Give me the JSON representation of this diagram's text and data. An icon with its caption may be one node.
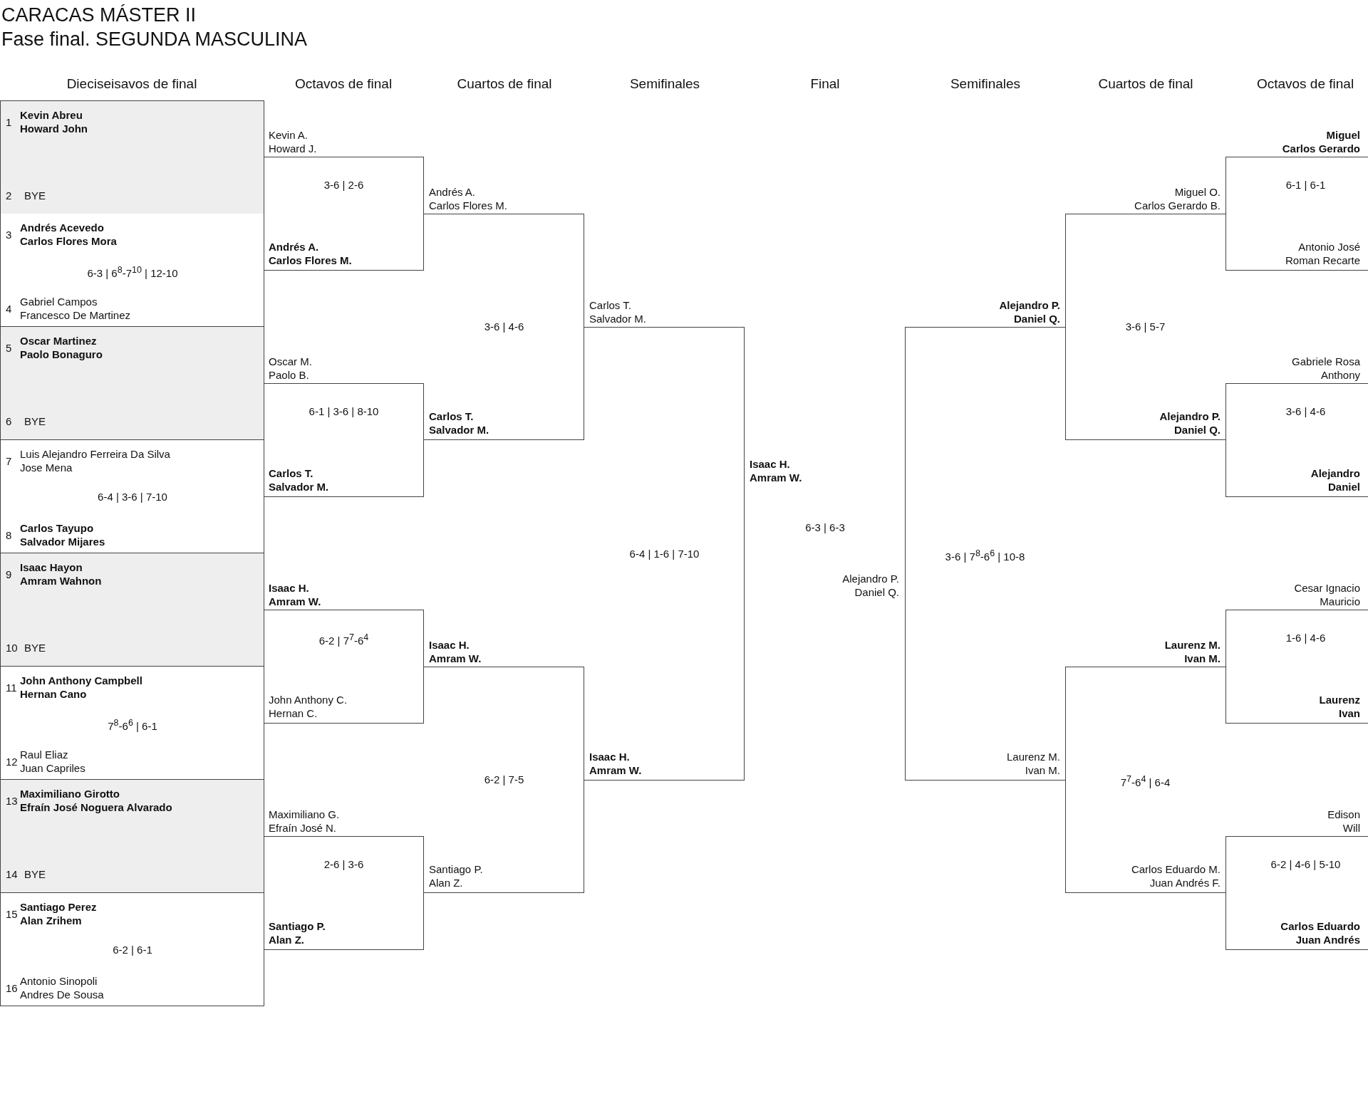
{
  "diagram": {
    "title": "CARACAS MÁSTER II",
    "nodes": [
      {
        "text": [
          "1",
          "Kevin Abreu",
          "Howard John",
          "2",
          "BYE"
        ]
      },
      {
        "text": [
          "3",
          "Andrés Acevedo",
          "Carlos Flores Mora",
          "6-3 | 6$^{8}$-7$^{10}$ | 12-10",
          "4",
          "Gabriel Campos",
          "Francesco De Martinez"
        ]
      },
      {
        "text": [
          "5",
          "Oscar Martinez",
          "Paolo Bonaguro",
          "6",
          "BYE"
        ]
      },
      {
        "text": [
          "7",
          "Luis Alejandro Ferreira Da Silva",
          "Jose Mena",
          "6-4 | 3-6 | 7-10",
          "8",
          "Carlos Tayupo",
          "Salvador Mijares"
        ]
      },
      {
        "text": [
          "9",
          "Isaac Hayon",
          "Amram Wahnon",
          "10",
          "BYE"
        ]
      },
      {
        "text": [
          "11",
          "John Anthony Campbell",
          "Hernan Cano",
          "7$^{8}$-6$^{6}$ | 6-1",
          "12",
          "Raul Eliaz",
          "Juan Capriles"
        ]
      },
      {
        "text": [
          "13",
          "Maximiliano Girotto",
          "Efraín José Noguera Alvarado",
          "14",
          "BYE"
        ]
      },
      {
        "text": [
          "15",
          "Santiago Perez",
          "Alan Zrihem",
          "6-2 | 6-1",
          "16",
          "Antonio Sinopoli",
          "Andres De Sousa"
        ]
      },
      {
        "text": [
          "3-6 | 2-6"
        ],
        "beside": [
          "Kevin A.",
          "Howard J.",
          "Andrés A.",
          "Carlos Flores M."
        ]
      },
      {
        "text": [
          "6-1 | 3-6 | 8-10"
        ],
        "beside": [
          "Oscar M.",
          "Paolo B.",
          "Carlos T.",
          "Salvador M."
        ]
      },
      {
        "text": [
          "6-2 | 7$^{7}$-6$^{4}$"
        ],
        "beside": [
          "Isaac H.",
          "Amram W.",
          "John Anthony C.",
          "Hernan C."
        ]
      },
      {
        "text": [
          "2-6 | 3-6"
        ],
        "beside": [
          "Maximiliano G.",
          "Efraín José N.",
          "Santiago P.",
          "Alan Z."
        ]
      },
      {
        "text": [
          "3-6 | 4-6"
        ],
        "beside": [
          "Andrés A.",
          "Carlos Flores M.",
          "Carlos T.",
          "Salvador M."
        ]
      },
      {
        "text": [
          "6-2 | 7-5"
        ],
        "beside": [
          "Isaac H.",
          "Amram W.",
          "Santiago P.",
          "Alan Z."
        ]
      },
      {
        "text": [
          "6-4 | 1-6 | 7-10"
        ],
        "beside": [
          "Carlos T.",
          "Salvador M.",
          "Isaac H.",
          "Amram W."
        ]
      },
      {
        "text": [
          "3-6 | 7$^{8}$-6$^{6}$ | 10-8"
        ],
        "beside": [
          "Alejandro P.",
          "Daniel Q.",
          "Laurenz M.",
          "Ivan M."
        ]
      },
      {
        "text": [
          "3-6 | 5-7"
        ],
        "beside": [
          "Miguel O.",
          "Carlos Gerardo B.",
          "Alejandro P.",
          "Daniel Q."
        ]
      },
      {
        "text": [
          "7$^{7}$-6$^{4}$ | 6-4"
        ],
        "beside": [
          "Laurenz M.",
          "Ivan M.",
          "Carlos Eduardo M.",
          "Juan Andrés F."
        ]
      },
      {
        "text": [
          "6-1 | 6-1"
        ],
        "beside": [
          "Miguel",
          "Carlos Gerardo",
          "Antonio José",
          "Roman Recarte"
        ]
      },
      {
        "text": [
          "3-6 | 4-6"
        ],
        "beside": [
          "Gabriele Rosa",
          "Anthony",
          "Alejandro",
          "Daniel"
        ]
      },
      {
        "text": [
          "1-6 | 4-6"
        ],
        "beside": [
          "Cesar Ignacio",
          "Mauricio",
          "Laurenz",
          "Ivan"
        ]
      },
      {
        "text": [
          "6-2 | 4-6 | 5-10"
        ],
        "beside": [
          "Edison",
          "Will",
          "Carlos Eduardo",
          "Juan Andrés"
        ]
      }
    ],
    "labels": [
      "Fase final. SEGUNDA MASCULINA",
      "Dieciseisavos de final",
      "Octavos de final",
      "Cuartos de final",
      "Semifinales",
      "Final",
      "Semifinales",
      "Cuartos de final",
      "Octavos de final",
      "Isaac H.",
      "Amram W.",
      "6-3 | 6-3",
      "Alejandro P.",
      "Daniel Q."
    ]
  }
}
